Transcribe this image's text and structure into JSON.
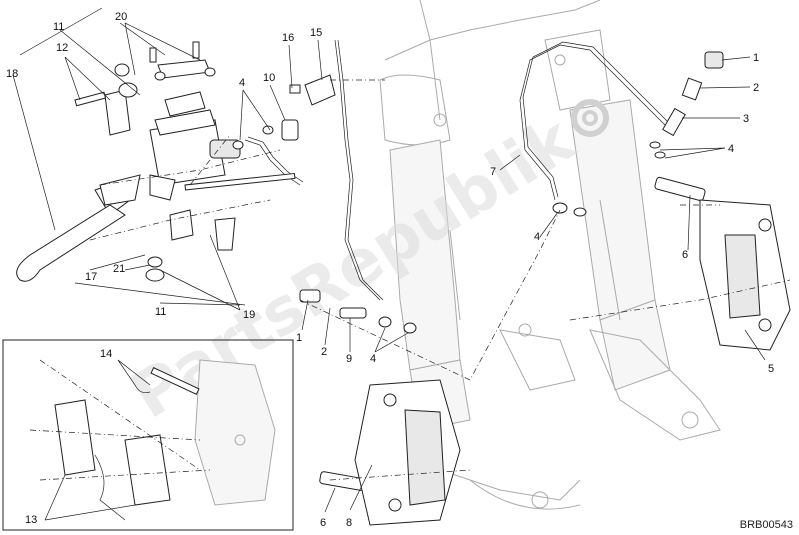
{
  "watermark": "PartsRepublik",
  "diagram_code": "BRB00543",
  "callouts": [
    "1",
    "2",
    "3",
    "4",
    "5",
    "6",
    "7",
    "8",
    "9",
    "10",
    "11",
    "12",
    "13",
    "14",
    "15",
    "16",
    "17",
    "18",
    "19",
    "20",
    "21"
  ],
  "labels": [
    {
      "id": "l11a",
      "text": "11"
    },
    {
      "id": "l20",
      "text": "20"
    },
    {
      "id": "l12",
      "text": "12"
    },
    {
      "id": "l18",
      "text": "18"
    },
    {
      "id": "l4a",
      "text": "4"
    },
    {
      "id": "l10",
      "text": "10"
    },
    {
      "id": "l16",
      "text": "16"
    },
    {
      "id": "l15",
      "text": "15"
    },
    {
      "id": "l1a",
      "text": "1"
    },
    {
      "id": "l2a",
      "text": "2"
    },
    {
      "id": "l3",
      "text": "3"
    },
    {
      "id": "l4b",
      "text": "4"
    },
    {
      "id": "l5",
      "text": "5"
    },
    {
      "id": "l6a",
      "text": "6"
    },
    {
      "id": "l7",
      "text": "7"
    },
    {
      "id": "l4c",
      "text": "4"
    },
    {
      "id": "l17",
      "text": "17"
    },
    {
      "id": "l21",
      "text": "21"
    },
    {
      "id": "l11b",
      "text": "11"
    },
    {
      "id": "l19",
      "text": "19"
    },
    {
      "id": "l1b",
      "text": "1"
    },
    {
      "id": "l2b",
      "text": "2"
    },
    {
      "id": "l9",
      "text": "9"
    },
    {
      "id": "l4d",
      "text": "4"
    },
    {
      "id": "l14",
      "text": "14"
    },
    {
      "id": "l13",
      "text": "13"
    },
    {
      "id": "l6b",
      "text": "6"
    },
    {
      "id": "l8",
      "text": "8"
    }
  ]
}
